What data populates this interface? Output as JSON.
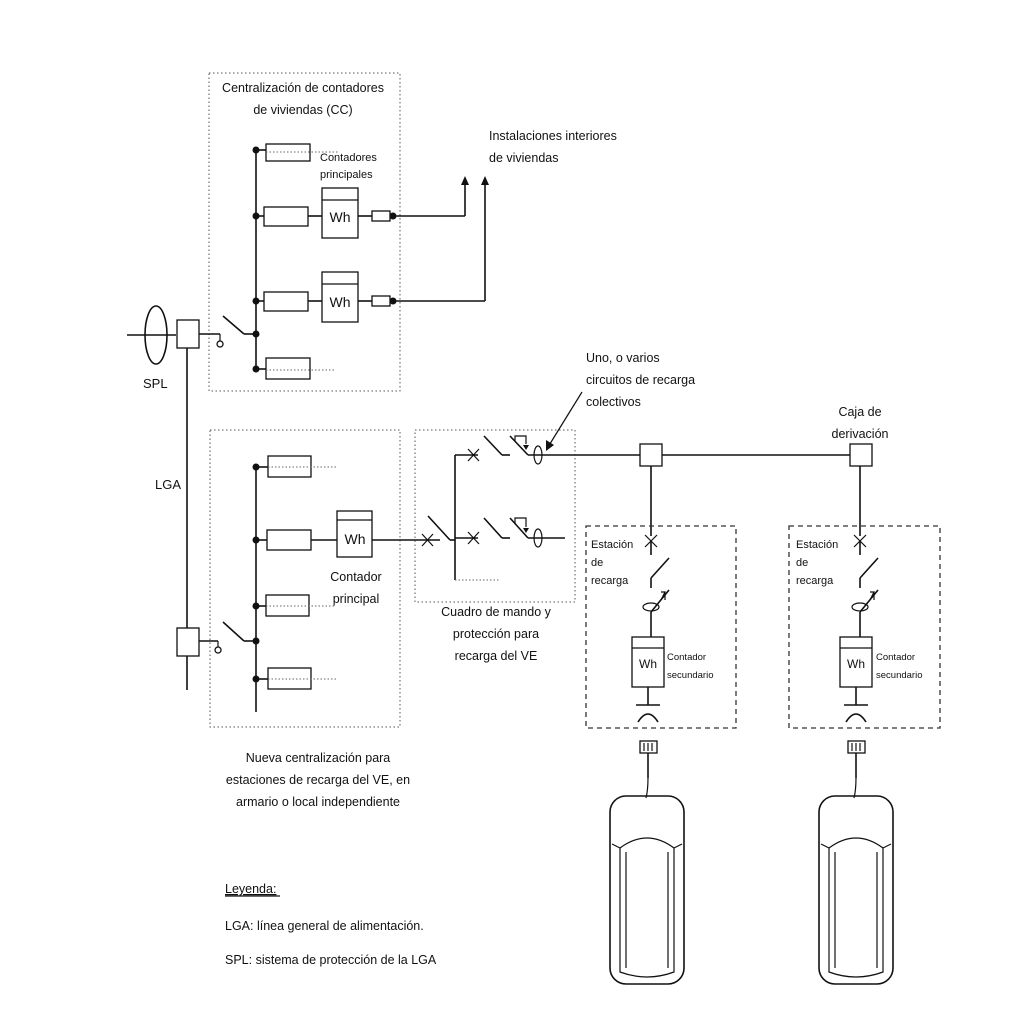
{
  "labels": {
    "cc_title_1": "Centralización de contadores",
    "cc_title_2": "de viviendas (CC)",
    "contadores_1": "Contadores",
    "contadores_2": "principales",
    "instalaciones_1": "Instalaciones interiores",
    "instalaciones_2": "de viviendas",
    "spl": "SPL",
    "lga": "LGA",
    "uno_1": "Uno, o varios",
    "uno_2": "circuitos de recarga",
    "uno_3": "colectivos",
    "caja_1": "Caja de",
    "caja_2": "derivación",
    "contador_principal_1": "Contador",
    "contador_principal_2": "principal",
    "cuadro_1": "Cuadro de mando y",
    "cuadro_2": "protección para",
    "cuadro_3": "recarga del VE",
    "estacion_1": "Estación",
    "estacion_2": "de",
    "estacion_3": "recarga",
    "contador_sec_1": "Contador",
    "contador_sec_2": "secundario",
    "nueva_1": "Nueva centralización para",
    "nueva_2": "estaciones de recarga del VE, en",
    "nueva_3": "armario o local independiente",
    "meter": "Wh"
  },
  "legend": {
    "title": "Leyenda:",
    "lga": "LGA: línea general de alimentación.",
    "spl": "SPL: sistema de protección de la LGA"
  }
}
